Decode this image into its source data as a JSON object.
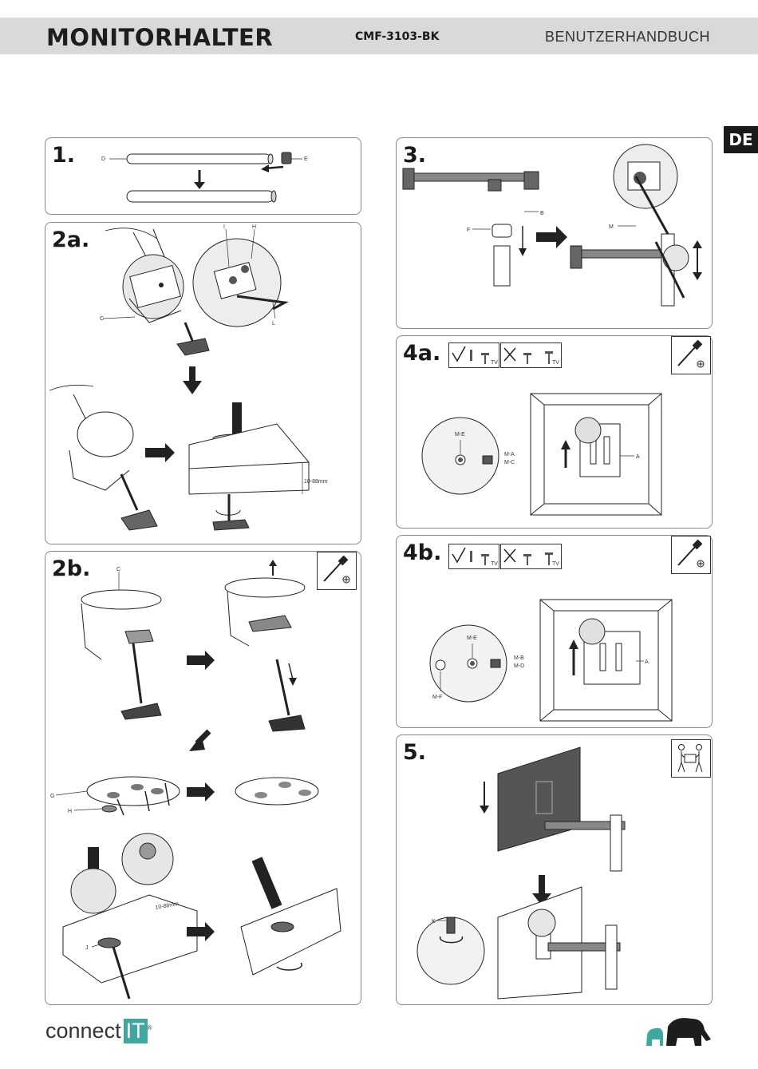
{
  "header": {
    "title": "MONITORHALTER",
    "model": "CMF-3103-BK",
    "manual": "BENUTZERHANDBUCH"
  },
  "language_tab": "DE",
  "steps": {
    "s1": {
      "number": "1.",
      "labels": {
        "d": "D",
        "e": "E"
      }
    },
    "s2a": {
      "number": "2a.",
      "labels": {
        "i": "I",
        "h": "H",
        "c": "C",
        "l": "L"
      },
      "dimension": "10-88mm"
    },
    "s2b": {
      "number": "2b.",
      "labels": {
        "c": "C",
        "g": "G",
        "h": "H",
        "j": "J"
      },
      "dimension": "10-88mm"
    },
    "s3": {
      "number": "3.",
      "labels": {
        "b": "B",
        "f": "F",
        "m": "M"
      }
    },
    "s4a": {
      "number": "4a.",
      "labels": {
        "me": "M-E",
        "ma": "M-A",
        "mc": "M-C",
        "a": "A"
      }
    },
    "s4b": {
      "number": "4b.",
      "labels": {
        "me": "M-E",
        "mb": "M-B",
        "md": "M-D",
        "mf": "M-F",
        "a": "A"
      }
    },
    "s5": {
      "number": "5.",
      "labels": {
        "k": "K"
      }
    }
  },
  "hardware_icons": {
    "correct": "check-icon",
    "wrong": "cross-icon",
    "tv_label": "TV"
  },
  "tool_icons": [
    "screwdriver-icon",
    "two-person-lift-icon"
  ],
  "footer": {
    "brand": "connect",
    "brand_it": "IT",
    "registered": "®"
  },
  "colors": {
    "header_bg": "#d9d9d9",
    "brand_teal": "#3fa7a0",
    "tab_bg": "#1a1a1a"
  }
}
